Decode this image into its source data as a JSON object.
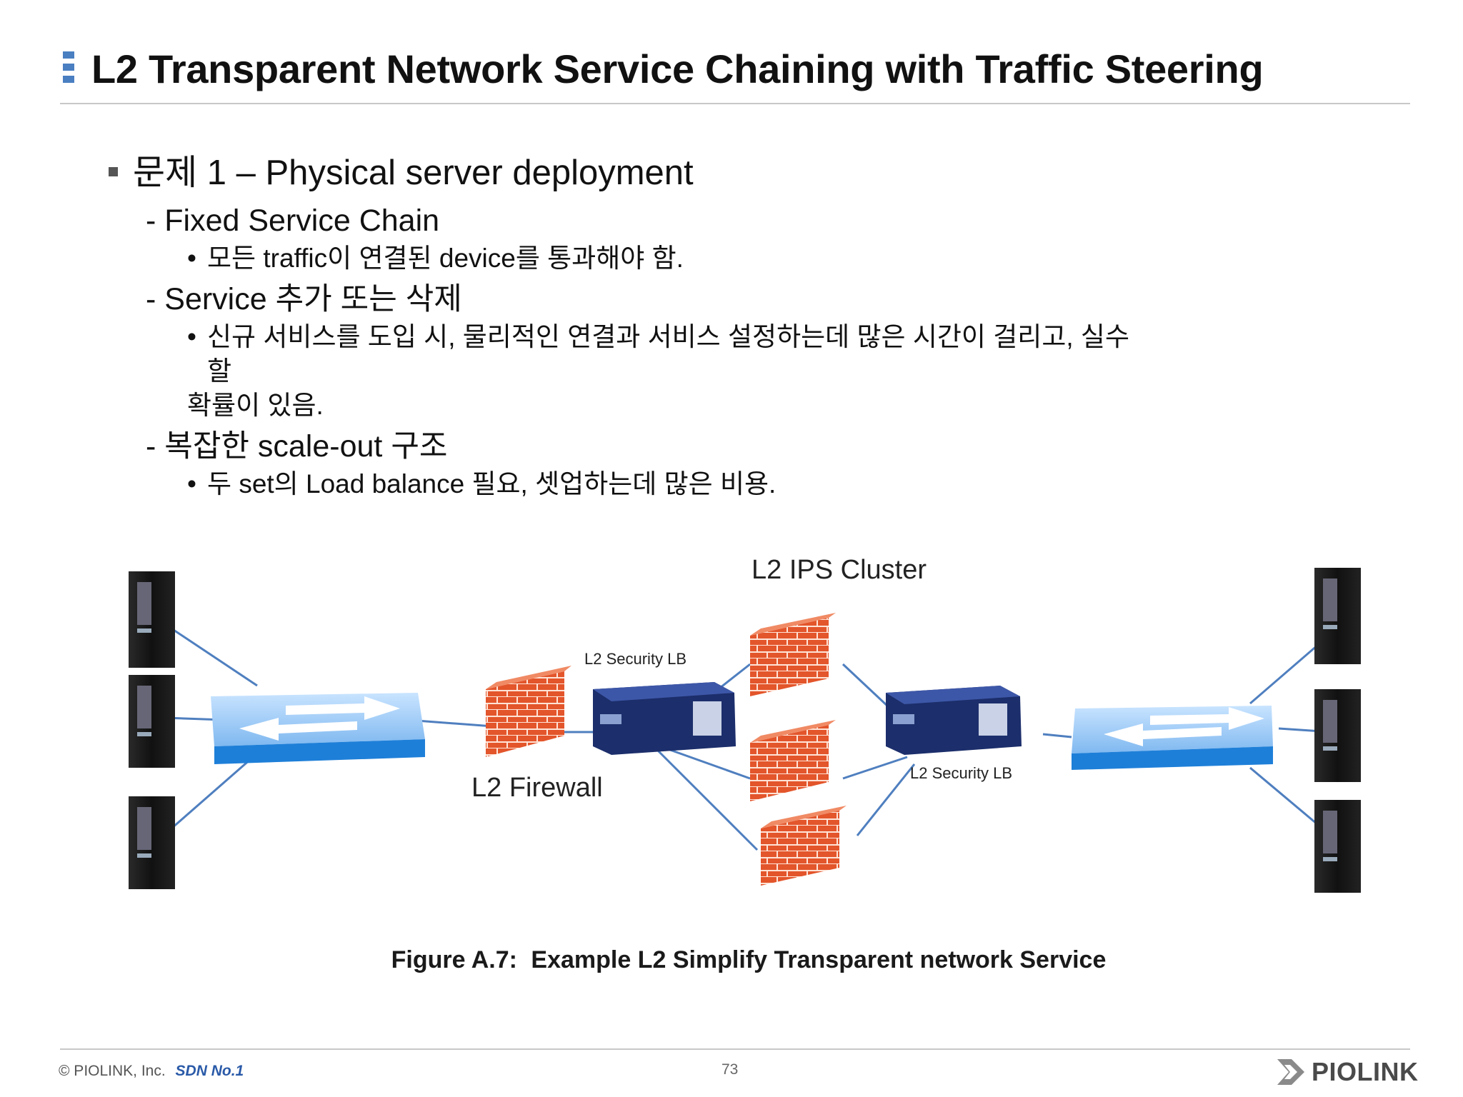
{
  "slide": {
    "title": "L2 Transparent Network Service Chaining with Traffic Steering"
  },
  "body": {
    "heading": "문제 1 – Physical server deployment",
    "sections": [
      {
        "label": "- Fixed Service Chain",
        "bullets": [
          "모든 traffic이 연결된 device를 통과해야 함."
        ]
      },
      {
        "label": "- Service 추가 또는 삭제",
        "bullets": [
          "신규 서비스를 도입 시, 물리적인 연결과 서비스 설정하는데 많은 시간이 걸리고, 실수할",
          "확률이 있음."
        ]
      },
      {
        "label": "- 복잡한 scale-out 구조",
        "bullets": [
          "두 set의 Load balance 필요, 셋업하는데 많은 비용."
        ]
      }
    ]
  },
  "diagram": {
    "cluster_label": "L2 IPS Cluster",
    "lb_left_label": "L2 Security LB",
    "lb_right_label": "L2 Security LB",
    "firewall_label": "L2 Firewall",
    "caption_figure": "Figure A.7:",
    "caption_text": "Example L2 Simplify Transparent network Service"
  },
  "footer": {
    "copyright": "© PIOLINK, Inc.",
    "tagline": "SDN No.1",
    "page": "73",
    "logo": "PIOLINK"
  },
  "colors": {
    "accent": "#4a7fc1",
    "switch": "#1e7fd8",
    "firewall": "#e0532a",
    "appliance": "#1c2e6b",
    "link": "#4f7fbf"
  }
}
